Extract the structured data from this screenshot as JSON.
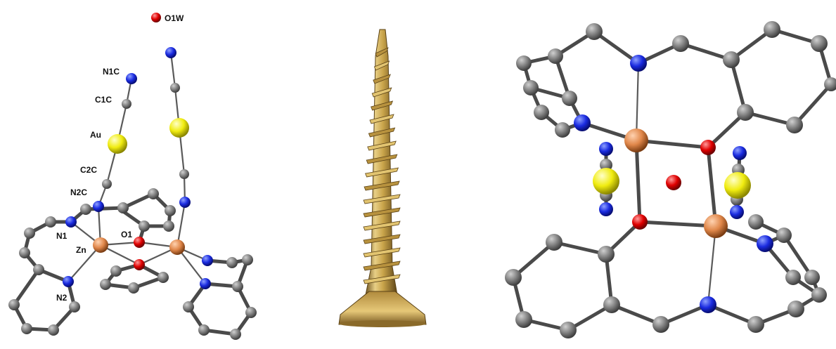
{
  "labels": {
    "o1w": "O1W",
    "n1c": "N1C",
    "c1c": "C1C",
    "au": "Au",
    "c2c": "C2C",
    "n2c": "N2C",
    "n1": "N1",
    "o1": "O1",
    "zn": "Zn",
    "n2": "N2"
  },
  "colors": {
    "background": "#ffffff",
    "carbon": "#7a7a7a",
    "nitrogen": "#1020d8",
    "oxygen": "#e00000",
    "gold": "#f2ef10",
    "zinc": "#e0874a",
    "bond": "#4a4a4a",
    "screw_gold": "#c9a44a"
  },
  "panels": [
    "left-molecule",
    "screw-photo",
    "right-molecule"
  ]
}
